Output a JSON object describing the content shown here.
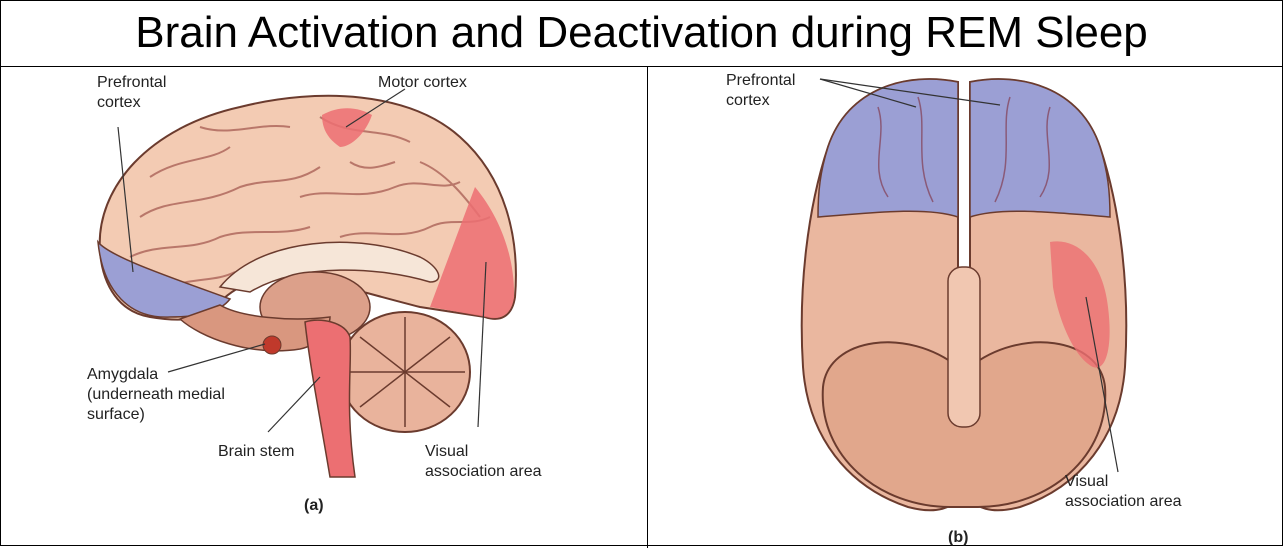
{
  "title": "Brain Activation and Deactivation during REM Sleep",
  "colors": {
    "deactivated": "#9b9fd4",
    "activated": "#ec6f72",
    "tissue": "#f3cbb3",
    "tissue_dark": "#c9866d",
    "outline": "#6b3b2e"
  },
  "panel_a": {
    "labels": {
      "prefrontal": "Prefrontal\ncortex",
      "motor": "Motor cortex",
      "amygdala": "Amygdala\n(underneath medial\nsurface)",
      "brainstem": "Brain stem",
      "visual": "Visual\nassociation area"
    },
    "caption": "(a)"
  },
  "panel_b": {
    "labels": {
      "prefrontal": "Prefrontal\ncortex",
      "visual": "Visual\nassociation area"
    },
    "caption": "(b)"
  }
}
